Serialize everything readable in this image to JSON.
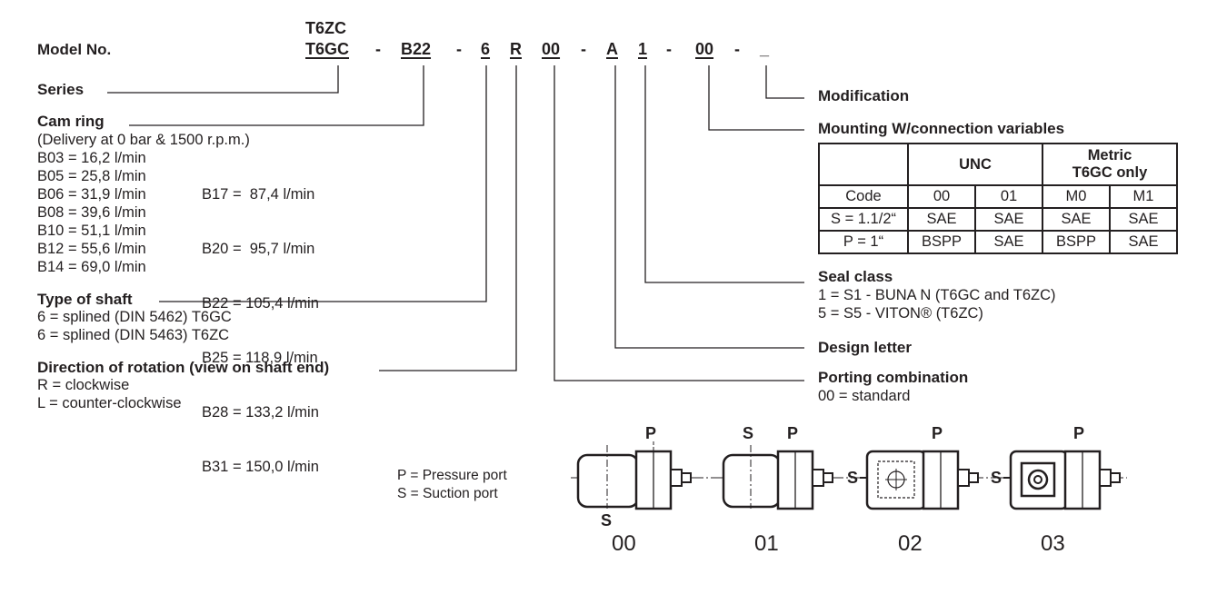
{
  "model": {
    "label": "Model No.",
    "top_series": "T6ZC",
    "codes": [
      "T6GC",
      "-",
      "B22",
      "-",
      "6",
      "R",
      "00",
      "-",
      "A",
      "1",
      "-",
      "00",
      "-",
      "_"
    ]
  },
  "left": {
    "series": "Series",
    "cam_ring": "Cam ring",
    "delivery": "(Delivery at 0 bar & 1500 r.p.m.)",
    "cam_col1": [
      "B03 = 16,2 l/min",
      "B05 = 25,8 l/min",
      "B06 = 31,9 l/min",
      "B08 = 39,6 l/min",
      "B10 = 51,1 l/min",
      "B12 = 55,6 l/min",
      "B14 = 69,0 l/min"
    ],
    "cam_col2": [
      "B17 =  87,4 l/min",
      "B20 =  95,7 l/min",
      "B22 = 105,4 l/min",
      "B25 = 118,9 l/min",
      "B28 = 133,2 l/min",
      "B31 = 150,0 l/min"
    ],
    "shaft_title": "Type of shaft",
    "shaft_lines": [
      "6 = splined (DIN 5462) T6GC",
      "6 = splined (DIN 5463) T6ZC"
    ],
    "rotation_title": "Direction of rotation (view on shaft end)",
    "rotation_lines": [
      "R = clockwise",
      "L = counter-clockwise"
    ]
  },
  "right": {
    "modification": "Modification",
    "mounting": "Mounting W/connection variables",
    "seal_title": "Seal class",
    "seal_lines": [
      "1 = S1 - BUNA N (T6GC and T6ZC)",
      "5 = S5 - VITON® (T6ZC)"
    ],
    "design_letter": "Design letter",
    "porting_title": "Porting combination",
    "porting_line": "00 = standard"
  },
  "table": {
    "unc": "UNC",
    "metric_1": "Metric",
    "metric_2": "T6GC only",
    "rows": [
      [
        "Code",
        "00",
        "01",
        "M0",
        "M1"
      ],
      [
        "S = 1.1/2“",
        "SAE",
        "SAE",
        "SAE",
        "SAE"
      ],
      [
        "P = 1“",
        "BSPP",
        "SAE",
        "BSPP",
        "SAE"
      ]
    ]
  },
  "legend": [
    "P = Pressure port",
    "S = Suction port"
  ],
  "ports": {
    "p": "P",
    "s": "S",
    "numbers": [
      "00",
      "01",
      "02",
      "03"
    ]
  }
}
